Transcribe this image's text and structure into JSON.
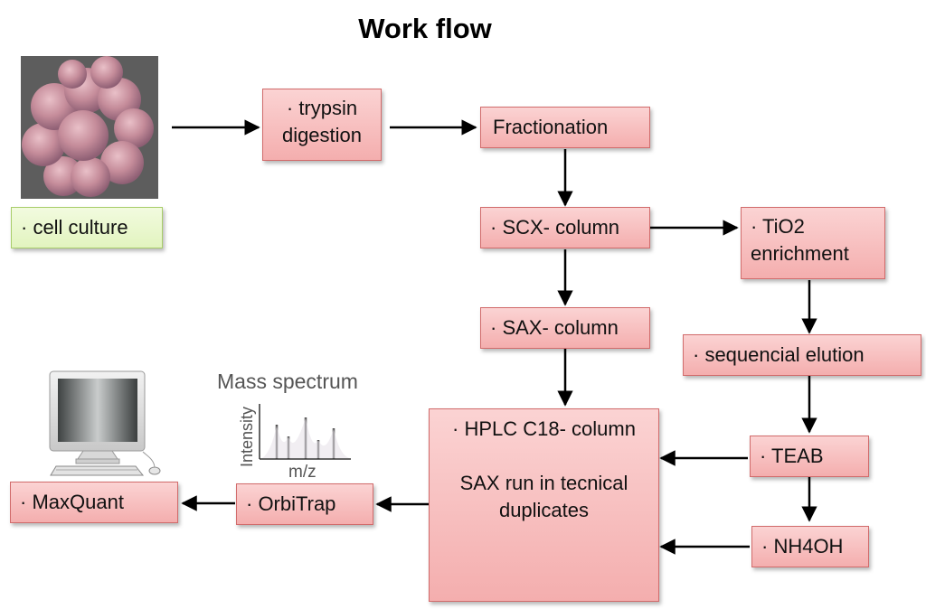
{
  "title": "Work flow",
  "nodes": {
    "cell_culture": "· cell culture",
    "trypsin_l1": "· trypsin",
    "trypsin_l2": "digestion",
    "fractionation": "Fractionation",
    "scx": "· SCX- column",
    "tio2_l1": "· TiO2",
    "tio2_l2": "enrichment",
    "sax": "· SAX- column",
    "seq_elution": "· sequencial elution",
    "hplc_l1": "· HPLC C18- column",
    "hplc_l2": "SAX run in tecnical",
    "hplc_l3": "duplicates",
    "teab": "· TEAB",
    "nh4oh": "· NH4OH",
    "orbitrap": "· OrbiTrap",
    "maxquant": "· MaxQuant"
  },
  "spectrum_inset": {
    "title": "Mass spectrum",
    "xlabel": "m/z",
    "ylabel": "Intensity"
  },
  "images": {
    "cells": "cell-culture-micrograph",
    "computer": "desktop-computer-illustration"
  },
  "colors": {
    "box_fill": "#f4aeae",
    "box_border": "#d16b6b",
    "green_fill": "#e2f4bf",
    "green_border": "#a8cd6a",
    "arrow": "#000000"
  }
}
